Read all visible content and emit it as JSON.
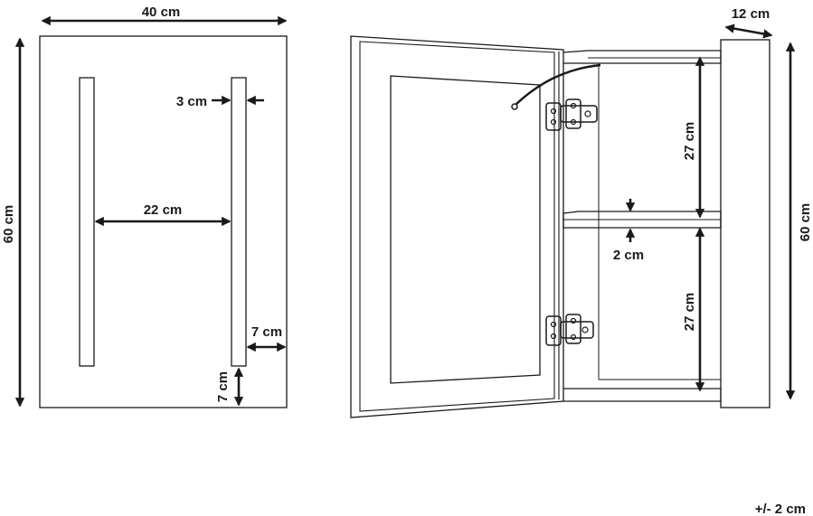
{
  "front_view": {
    "width_label": "40 cm",
    "height_label": "60 cm",
    "strip_width_label": "3 cm",
    "strip_gap_label": "22 cm",
    "side_offset_label": "7 cm",
    "bottom_offset_label": "7 cm"
  },
  "open_view": {
    "depth_label": "12 cm",
    "height_label": "60 cm",
    "upper_compartment_label": "27 cm",
    "lower_compartment_label": "27 cm",
    "shelf_thickness_label": "2 cm"
  },
  "tolerance_label": "+/- 2 cm",
  "colors": {
    "line": "#1a1a1a",
    "background": "#ffffff"
  }
}
